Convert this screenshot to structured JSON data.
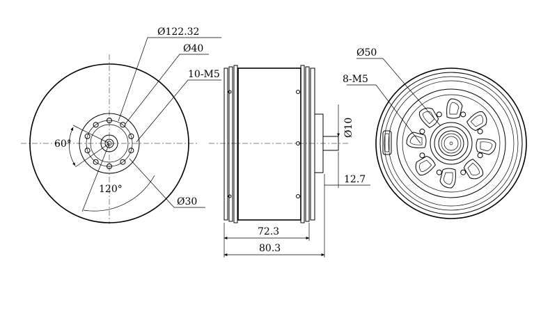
{
  "labels": {
    "outer_diameter": "Ø122.32",
    "d40": "Ø40",
    "holes_front": "10-M5",
    "angle_60": "60°",
    "angle_120": "120°",
    "d30": "Ø30",
    "length_body": "72.3",
    "length_total": "80.3",
    "shaft_diameter": "Ø10",
    "shaft_length": "12.7",
    "d50": "Ø50",
    "holes_rear": "8-M5"
  },
  "colors": {
    "line": "#000000",
    "background": "#ffffff"
  }
}
